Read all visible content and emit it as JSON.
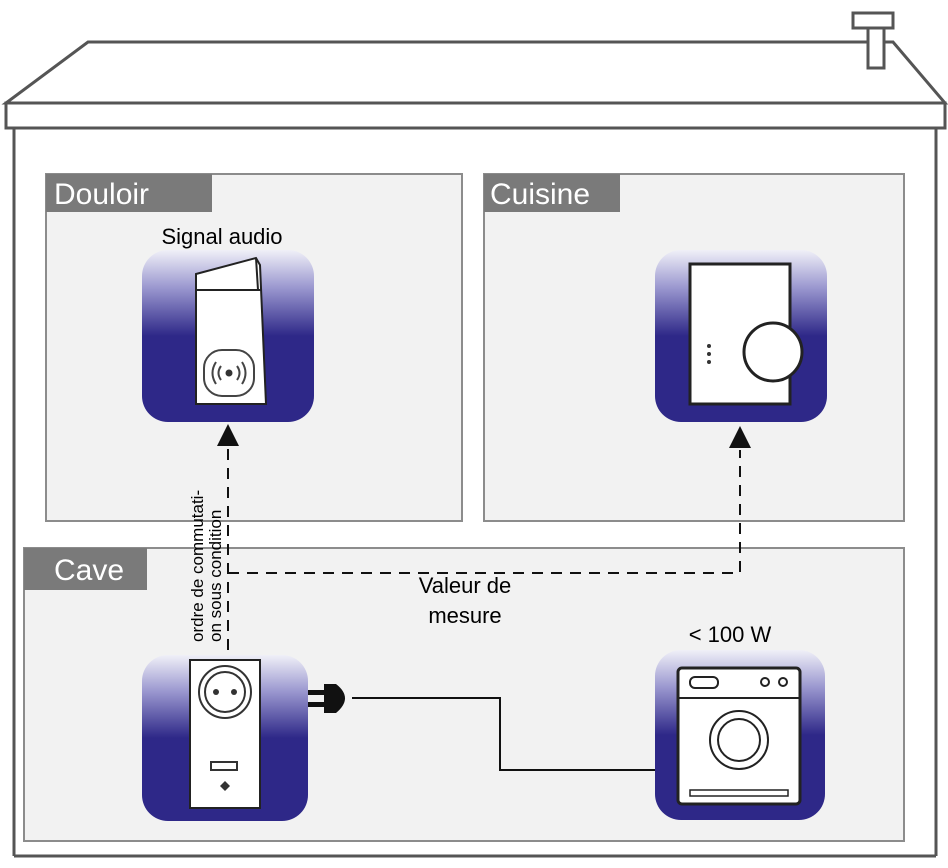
{
  "rooms": {
    "bedroom": "Douloir",
    "kitchen": "Cuisine",
    "basement": "Cave"
  },
  "labels": {
    "audio_signal": "Signal audio",
    "switch_order_line1": "ordre de commutati-",
    "switch_order_line2": "on sous condition",
    "measurement_line1": "Valeur de",
    "measurement_line2": "mesure",
    "threshold": "< 100 W"
  },
  "colors": {
    "tile_dark": "#2e2888",
    "tile_light": "#e6e6f4",
    "room_fill": "#f2f2f2",
    "room_border": "#8c8c8c",
    "label_bg": "#7a7a7a",
    "house_line": "#555555"
  },
  "icons": [
    "audio-device-icon",
    "wall-thermostat-icon",
    "smart-plug-icon",
    "power-plug-icon",
    "washing-machine-icon",
    "arrow-up-icon"
  ]
}
